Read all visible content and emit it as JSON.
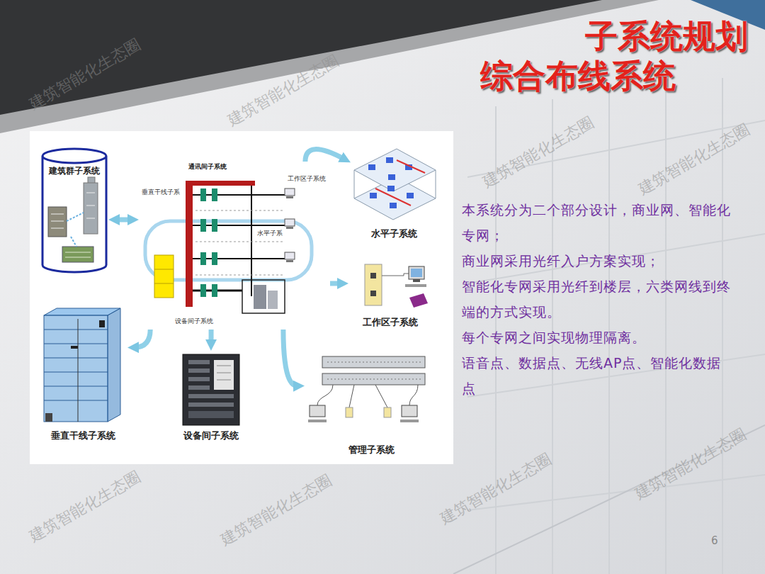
{
  "diagram": {
    "title": "子系统规划",
    "nodes": [
      {
        "text": [
          "建筑群子系统"
        ]
      },
      {
        "text": [
          "通讯间子系统"
        ]
      },
      {
        "text": [
          "水平子系统"
        ]
      },
      {
        "text": [
          "工作区子系统"
        ]
      },
      {
        "text": [
          "管理子系统"
        ]
      },
      {
        "text": [
          "设备间子系统"
        ]
      },
      {
        "text": [
          "垂直干线子系统"
        ]
      }
    ],
    "edges": [
      {
        "from": 0,
        "to": 1,
        "arrow": "both"
      },
      {
        "from": 1,
        "to": 2,
        "arrow": "to"
      },
      {
        "from": 1,
        "to": 3,
        "arrow": "to"
      },
      {
        "from": 1,
        "to": 4,
        "arrow": "to"
      },
      {
        "from": 1,
        "to": 5,
        "arrow": "to"
      },
      {
        "from": 1,
        "to": 6,
        "arrow": "to"
      }
    ],
    "labels": [
      "综合布线系统",
      "本系统分为二个部分设计，商业网、智能化专网；",
      "商业网采用光纤入户方案实现；",
      "智能化专网采用光纤到楼层，六类网线到终端的方式实现。",
      "每个专网之间实现物理隔离。",
      "语音点、数据点、无线AP点、智能化数据点",
      "6",
      "垂直干线子系",
      "水平子系",
      "工作区子系统",
      "设备间子系统",
      "建筑智能化生态圈",
      "建筑智能化生态圈",
      "建筑智能化生态圈",
      "建筑智能化生态圈",
      "建筑智能化生态圈",
      "建筑智能化生态圈",
      "建筑智能化生态圈",
      "建筑智能化生态圈"
    ]
  }
}
